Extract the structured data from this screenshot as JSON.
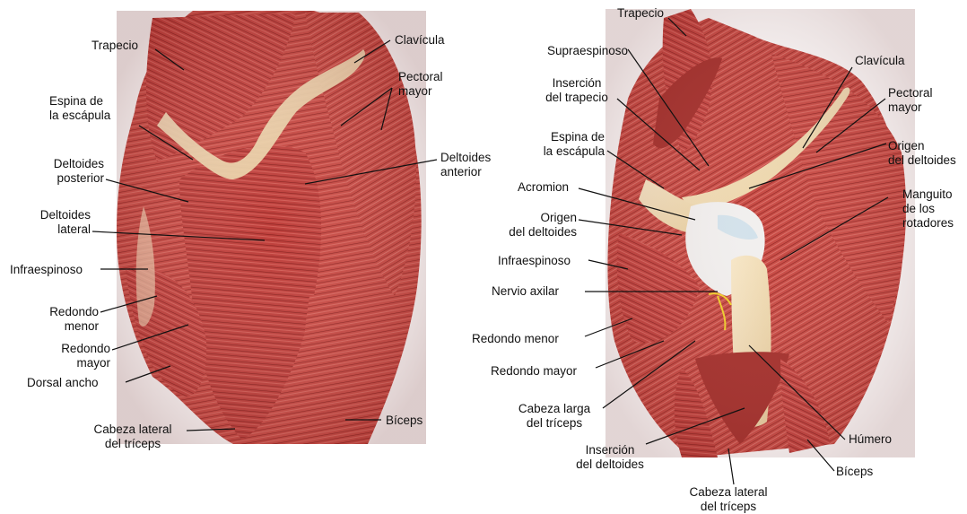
{
  "figure": {
    "left_labels": {
      "trapecio": "Trapecio",
      "clavicula": "Clavícula",
      "pectoral_mayor": "Pectoral\nmayor",
      "espina_escapula": "Espina de\nla escápula",
      "deltoides_anterior": "Deltoides\nanterior",
      "deltoides_posterior": "Deltoides\nposterior",
      "deltoides_lateral": "Deltoides\nlateral",
      "infraespinoso": "Infraespinoso",
      "redondo_menor": "Redondo\nmenor",
      "redondo_mayor": "Redondo\nmayor",
      "dorsal_ancho": "Dorsal ancho",
      "cabeza_lateral_triceps": "Cabeza lateral\ndel tríceps",
      "biceps": "Bíceps"
    },
    "right_labels": {
      "trapecio": "Trapecio",
      "supraespinoso": "Supraespinoso",
      "insercion_trapecio": "Inserción\ndel trapecio",
      "clavicula": "Clavícula",
      "pectoral_mayor": "Pectoral\nmayor",
      "espina_escapula": "Espina de\nla escápula",
      "origen_deltoides_a": "Origen\ndel deltoides",
      "acromion": "Acromion",
      "manguito_rotadores": "Manguito\nde los\nrotadores",
      "origen_deltoides_b": "Origen\ndel deltoides",
      "infraespinoso": "Infraespinoso",
      "nervio_axilar": "Nervio axilar",
      "redondo_menor": "Redondo menor",
      "redondo_mayor": "Redondo mayor",
      "cabeza_larga_triceps": "Cabeza larga\ndel tríceps",
      "humero": "Húmero",
      "insercion_deltoides": "Inserción\ndel deltoides",
      "biceps": "Bíceps",
      "cabeza_lateral_triceps": "Cabeza lateral\ndel tríceps"
    }
  }
}
